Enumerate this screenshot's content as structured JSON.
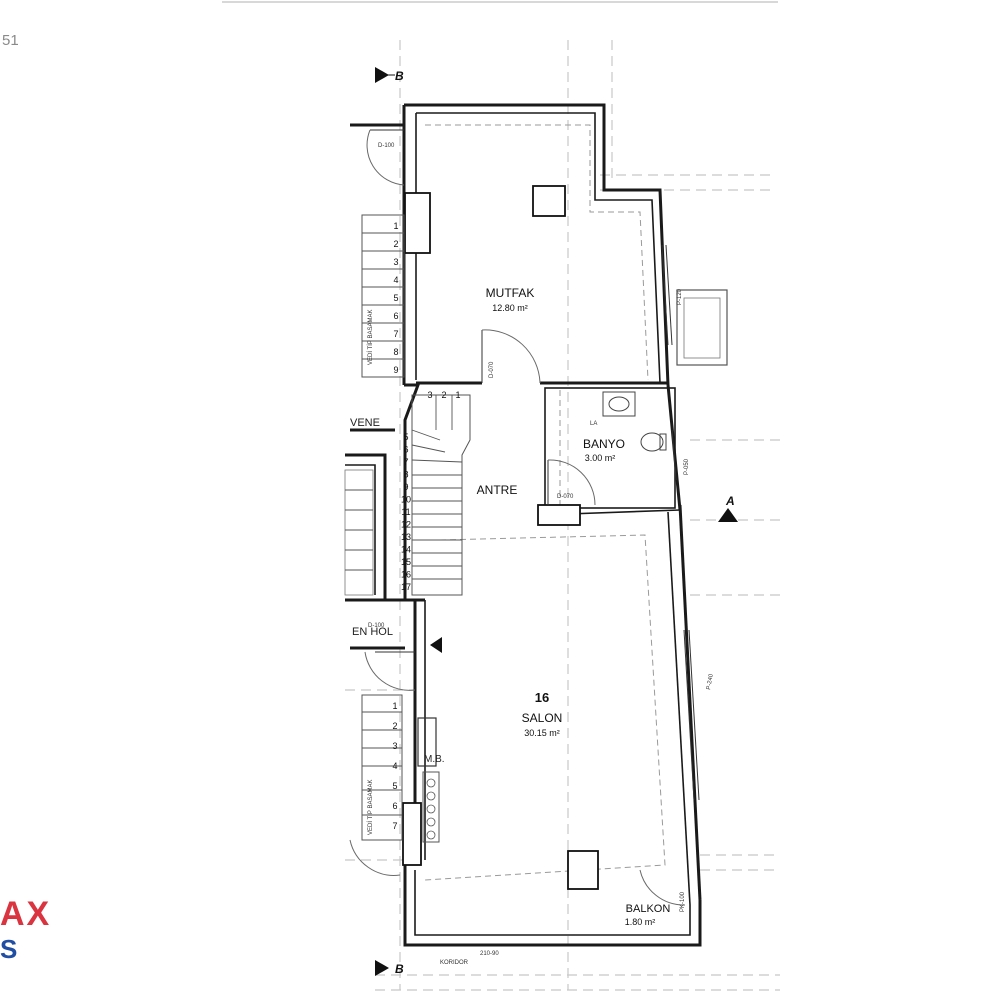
{
  "header": {
    "sheet_number_fragment": "51"
  },
  "branding": {
    "logo_fragment": "AX",
    "logo_sub_fragment": "S",
    "logo_color": "#d9343f",
    "logo_sub_color": "#1f4ea3"
  },
  "section_markers": {
    "top": "B",
    "bottom": "B",
    "right": "A"
  },
  "rooms": {
    "kitchen": {
      "label": "MUTFAK",
      "area": "12.80 m²"
    },
    "bathroom": {
      "label": "BANYO",
      "area": "3.00 m²"
    },
    "entrance": {
      "label": "ANTRE"
    },
    "living": {
      "number": "16",
      "label": "SALON",
      "area": "30.15 m²"
    },
    "balcony": {
      "label": "BALKON",
      "area": "1.80 m²"
    },
    "neighbor_top": {
      "label": "VENE"
    },
    "neighbor_hall": {
      "label": "EN HOL"
    },
    "meter_box": {
      "label": "M.B."
    }
  },
  "annotations": {
    "corridor": "KORIDOR",
    "door_top_left": "D-100",
    "door_kitchen": "D-070",
    "door_bath": "D-070",
    "window_kitchen": "P-120",
    "window_bath": "P-050",
    "window_salon": "P-240",
    "door_balcony": "PK-100",
    "door_lower_left": "D-100",
    "bottom_opening": "210-90",
    "bath_fixture": "LA",
    "stair_note_top": "VEDİ TİP BASAMAK",
    "stair_note_bottom": "VEDİ TİP BASAMAK"
  },
  "stairs": {
    "left_upper": [
      "1",
      "2",
      "3",
      "4",
      "5",
      "6",
      "7",
      "8",
      "9"
    ],
    "left_lower": [
      "1",
      "2",
      "3",
      "4",
      "5",
      "6",
      "7"
    ],
    "central_top": [
      "3",
      "2",
      "1"
    ],
    "central_side": [
      "5",
      "6",
      "7",
      "8",
      "9",
      "10",
      "11",
      "12",
      "13",
      "14",
      "15",
      "16",
      "17"
    ]
  }
}
